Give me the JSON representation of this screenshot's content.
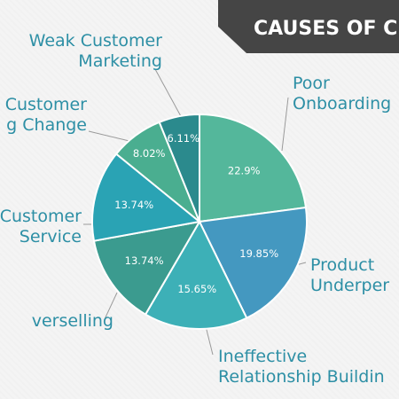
{
  "chart_data": {
    "type": "pie",
    "title": "CAUSES OF CH",
    "categories": [
      "Poor Onboarding",
      "Product Underper",
      "Ineffective Relationship Buildin",
      "verselling",
      "Customer Service",
      "Customer g Change",
      "Weak Customer Marketing"
    ],
    "values": [
      22.9,
      19.85,
      15.65,
      13.74,
      13.74,
      8.02,
      6.11
    ],
    "value_labels": [
      "22.9%",
      "19.85%",
      "15.65%",
      "13.74%",
      "13.74%",
      "8.02%",
      "6.11%"
    ],
    "colors": [
      "#54b79b",
      "#4498c0",
      "#3db0b7",
      "#3b9b8f",
      "#2aa3b4",
      "#4aae90",
      "#2b8a8d"
    ],
    "legend": "none"
  },
  "callouts": [
    {
      "lines": [
        "Poor",
        "Onboarding"
      ]
    },
    {
      "lines": [
        "Product",
        "Underper"
      ]
    },
    {
      "lines": [
        "Ineffective",
        "Relationship Buildin"
      ]
    },
    {
      "lines": [
        "verselling"
      ]
    },
    {
      "lines": [
        "Customer",
        "Service"
      ]
    },
    {
      "lines": [
        "Customer",
        "g Change"
      ]
    },
    {
      "lines": [
        "Weak Customer",
        "Marketing"
      ]
    }
  ]
}
